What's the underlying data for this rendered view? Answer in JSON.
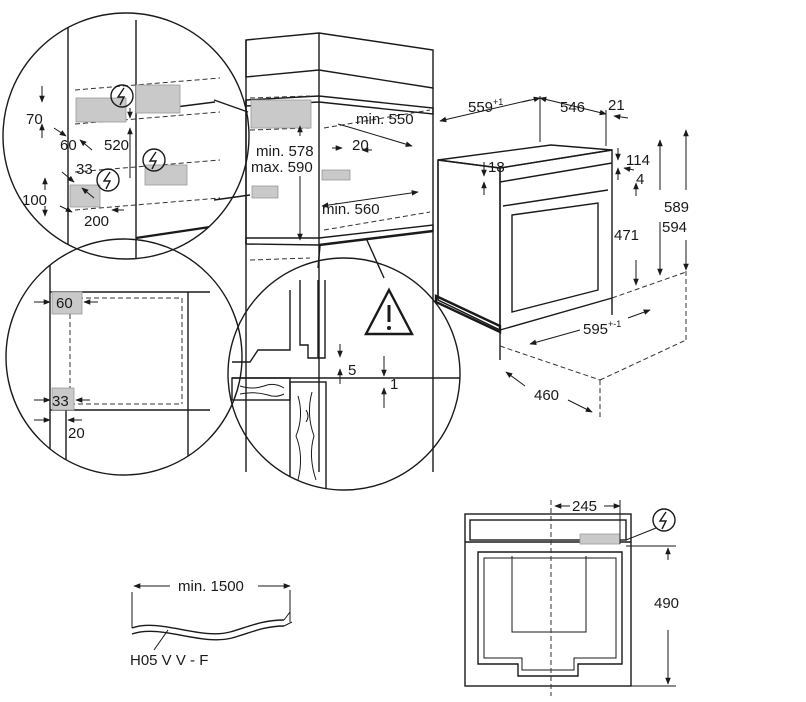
{
  "colors": {
    "line": "#1a1a1a",
    "highlight": "#c9c9c9",
    "background": "#ffffff"
  },
  "icons": {
    "electric": "electric-symbol-icon",
    "warning": "warning-triangle-icon"
  },
  "detail_top": {
    "d70": "70",
    "d60": "60",
    "d520": "520",
    "d33": "33",
    "d100": "100",
    "d200": "200"
  },
  "cabinet": {
    "min578": "min. 578",
    "max590": "max. 590",
    "min550": "min. 550",
    "d20": "20",
    "min560": "min. 560"
  },
  "oven": {
    "w559": "559",
    "w559_tol": "+1",
    "w546": "546",
    "w21": "21",
    "d18": "18",
    "d114": "114",
    "d4": "4",
    "d471": "471",
    "d589": "589",
    "d594": "594",
    "w595": "595",
    "w595_tol": "+-1",
    "d460": "460"
  },
  "detail_left": {
    "d60": "60",
    "d33": "33",
    "d20": "20"
  },
  "detail_gap": {
    "d5": "5",
    "d1": "1"
  },
  "cable": {
    "length": "min. 1500",
    "type": "H05 V V - F"
  },
  "back": {
    "d245": "245",
    "d490": "490"
  }
}
